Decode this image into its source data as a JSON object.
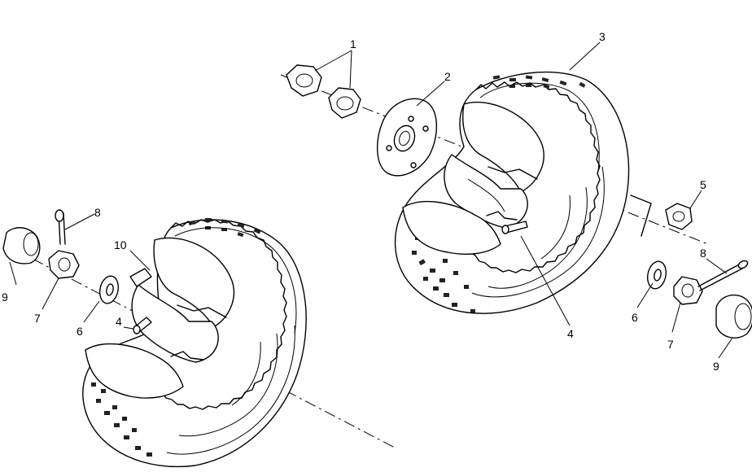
{
  "callouts": {
    "c1": "1",
    "c2": "2",
    "c3": "3",
    "c4_right": "4",
    "c5": "5",
    "c6_right": "6",
    "c7_right": "7",
    "c8_right": "8",
    "c9_right": "9",
    "c10": "10",
    "c4_left": "4",
    "c6_left": "6",
    "c7_left": "7",
    "c8_left": "8",
    "c9_left": "9"
  }
}
